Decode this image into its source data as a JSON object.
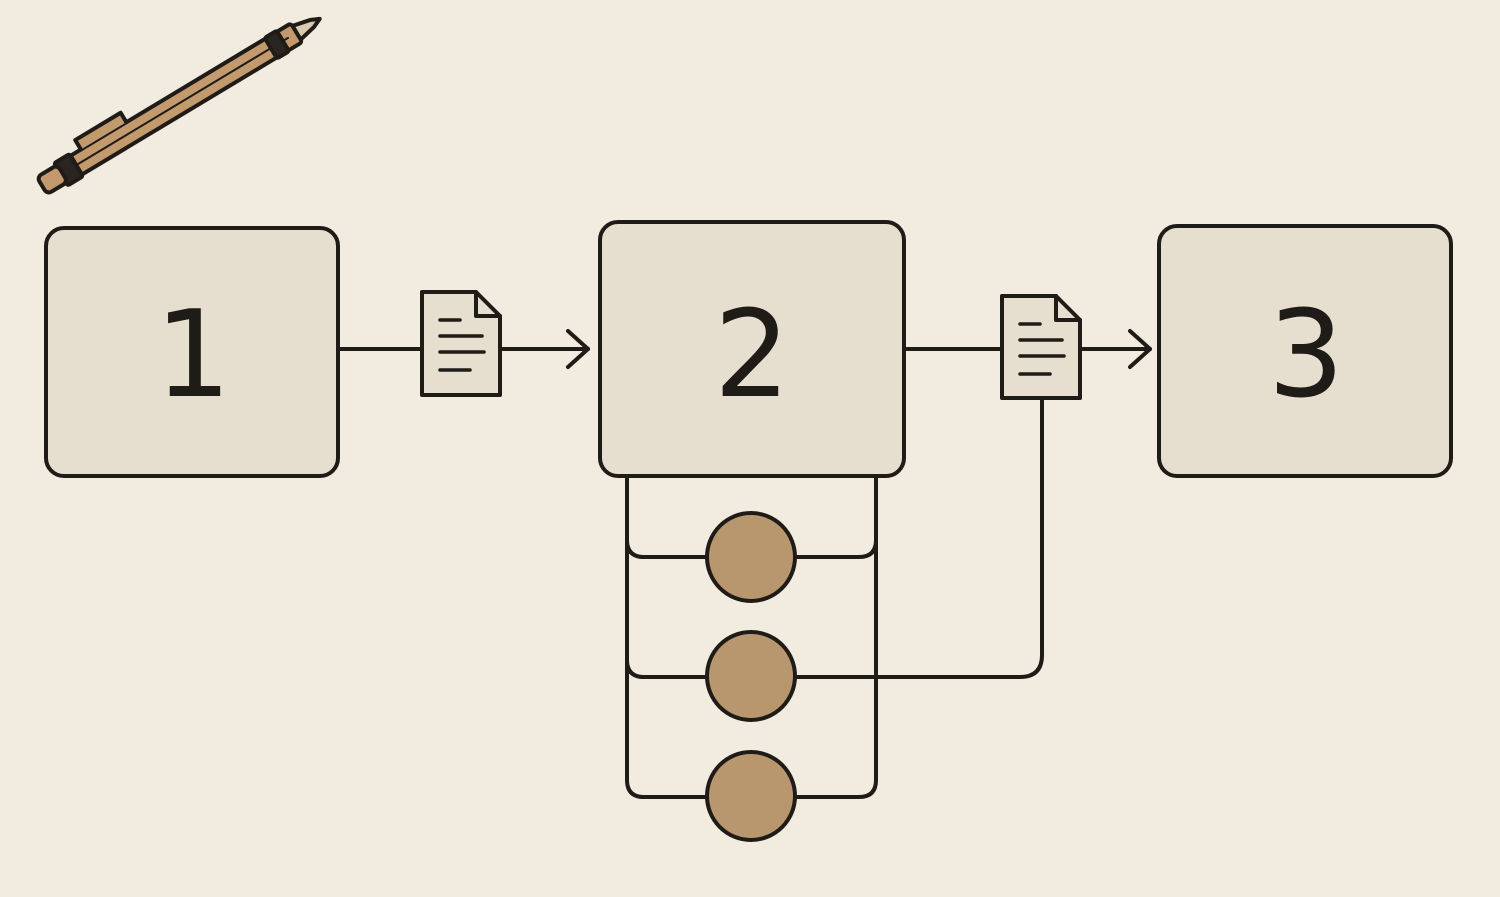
{
  "steps": [
    {
      "id": "step-1",
      "label": "1"
    },
    {
      "id": "step-2",
      "label": "2"
    },
    {
      "id": "step-3",
      "label": "3"
    }
  ],
  "colors": {
    "background": "#f2ebe0",
    "box_fill": "#e6dfcf",
    "stroke": "#1f1b17",
    "node_fill": "#b8976f",
    "document_fill": "#e6dfcf",
    "pencil_body": "#c39a6e"
  },
  "icons": {
    "pencil": "pencil-icon",
    "document": "document-icon"
  }
}
